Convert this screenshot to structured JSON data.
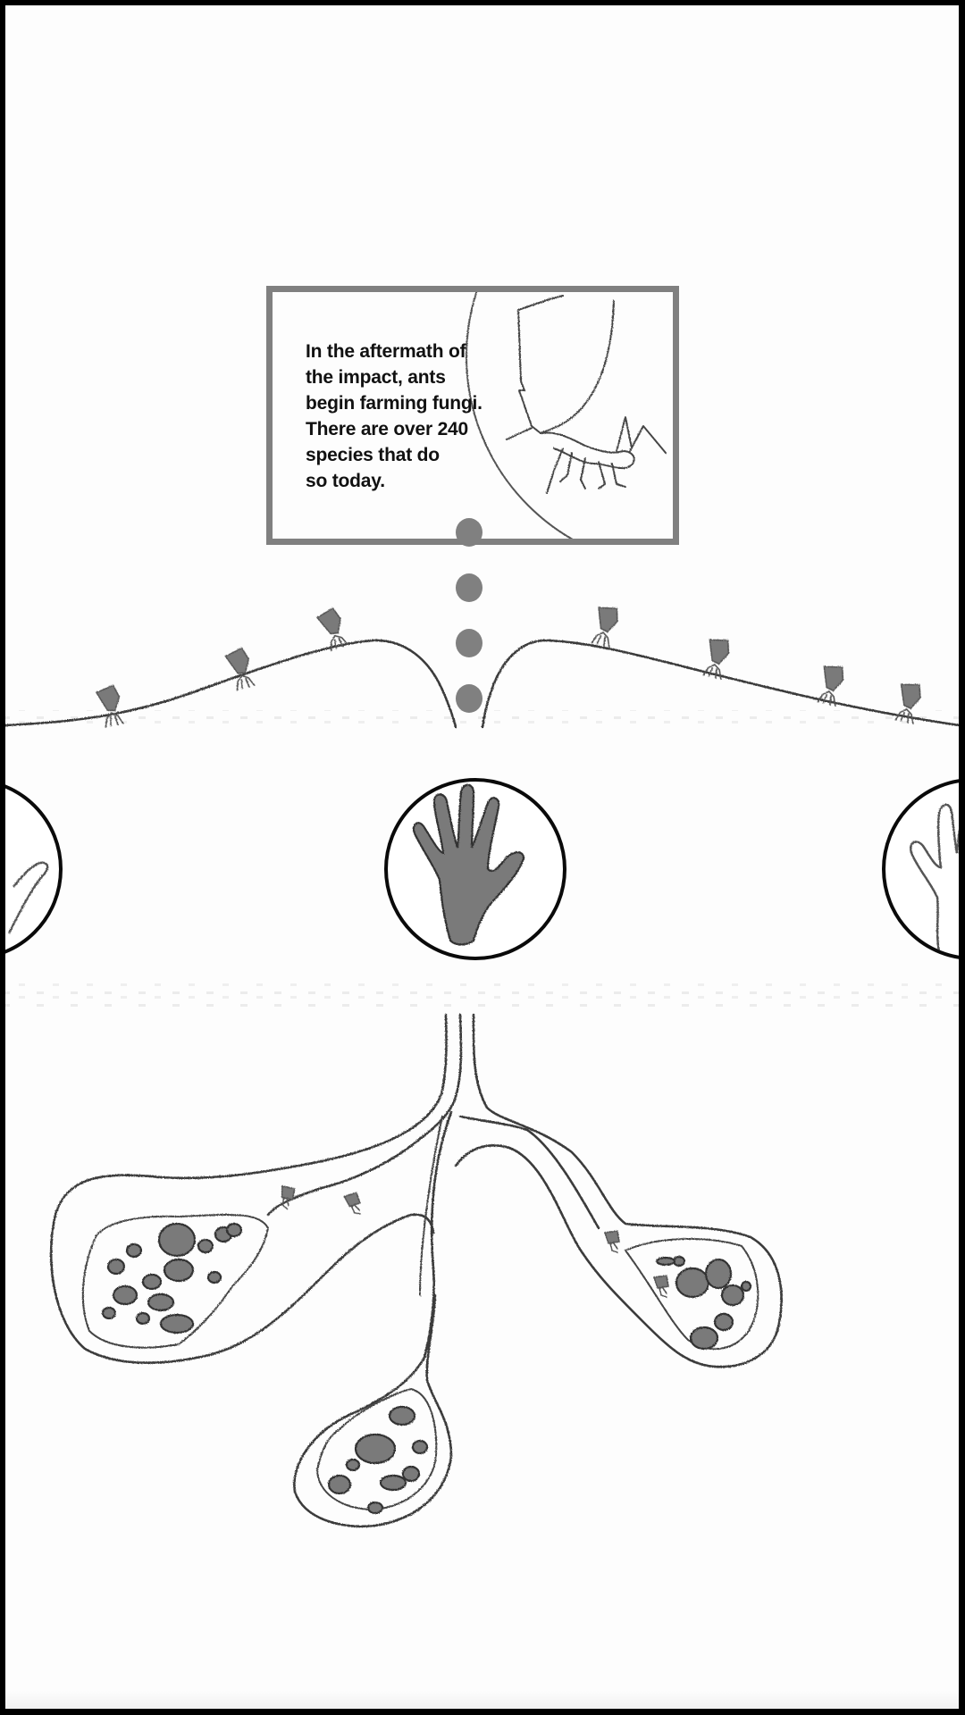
{
  "caption": {
    "lines": [
      "In the aftermath of",
      "the impact, ants",
      "begin farming fungi.",
      "There are over 240",
      "species that do",
      "so today."
    ]
  },
  "timeline": {
    "connector_dots": 4
  },
  "hand_carousel": {
    "items": [
      {
        "icon": "hand-outline-icon",
        "state": "previous"
      },
      {
        "icon": "hand-filled-icon",
        "state": "selected"
      },
      {
        "icon": "hand-outline-icon",
        "state": "next"
      }
    ]
  },
  "illustration": {
    "surface_ants_count": 7,
    "fungus_chambers_count": 3
  },
  "colors": {
    "frame": "#000000",
    "background": "#fdfdfd",
    "accent_gray": "#808080",
    "fill_gray": "#7a7a7a",
    "text": "#111111"
  }
}
